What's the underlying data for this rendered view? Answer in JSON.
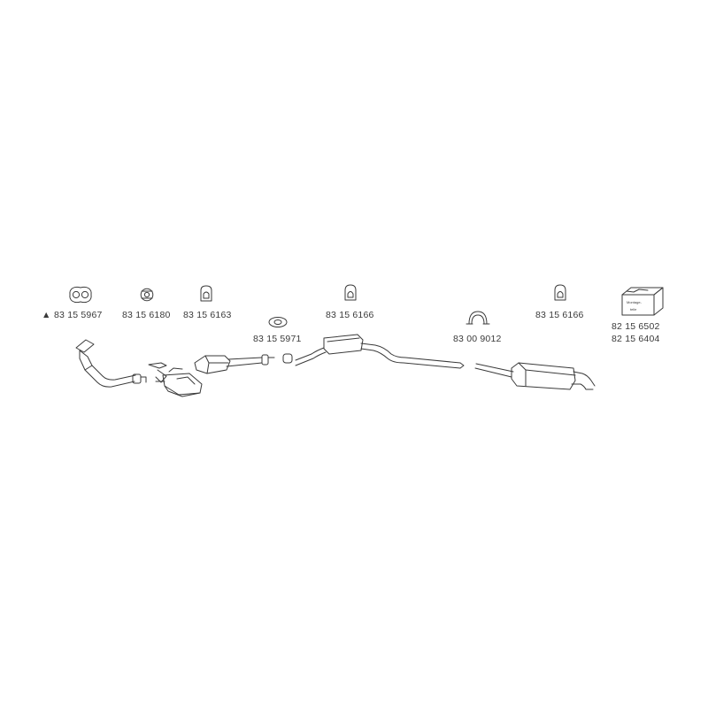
{
  "diagram": {
    "parts": [
      {
        "id": "flange-gasket",
        "number": "83 15 5967",
        "marker": "▲",
        "icon": "flange-gasket-icon"
      },
      {
        "id": "ring-hanger-a",
        "number": "83 15 6180",
        "icon": "ring-hanger-icon"
      },
      {
        "id": "rubber-mount-a",
        "number": "83 15 6163",
        "icon": "rubber-mount-icon"
      },
      {
        "id": "gasket-ring",
        "number": "83 15 5971",
        "icon": "gasket-ring-icon"
      },
      {
        "id": "rubber-mount-b",
        "number": "83 15 6166",
        "icon": "rubber-mount-icon"
      },
      {
        "id": "clamp",
        "number": "83 00 9012",
        "icon": "pipe-clamp-icon"
      },
      {
        "id": "rubber-mount-c",
        "number": "83 15 6166",
        "icon": "rubber-mount-icon"
      },
      {
        "id": "mounting-kit",
        "numbers": [
          "82 15 6502",
          "82 15 6404"
        ],
        "icon": "mounting-kit-box-icon",
        "box_text": [
          "Montage-",
          "teile"
        ]
      }
    ],
    "line_color": "#3a3a3a",
    "background": "#ffffff"
  }
}
